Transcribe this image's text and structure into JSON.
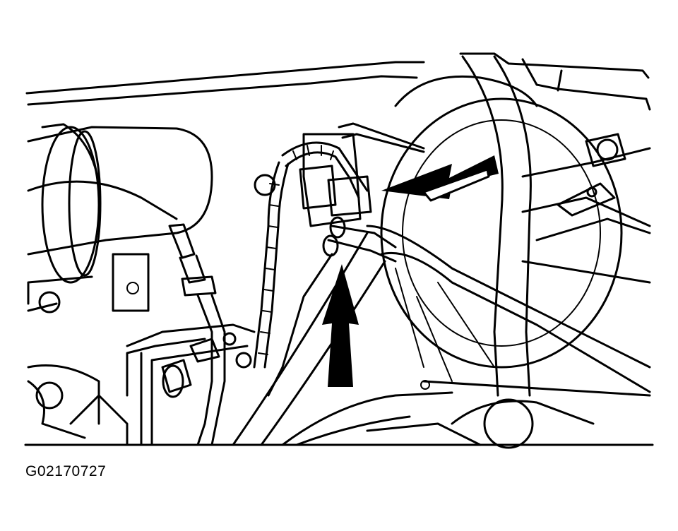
{
  "figure": {
    "code": "G02170727",
    "line_color": "#000000",
    "background_color": "#ffffff",
    "callouts": [
      "arrow-pointer",
      "arrow-pointer"
    ]
  }
}
